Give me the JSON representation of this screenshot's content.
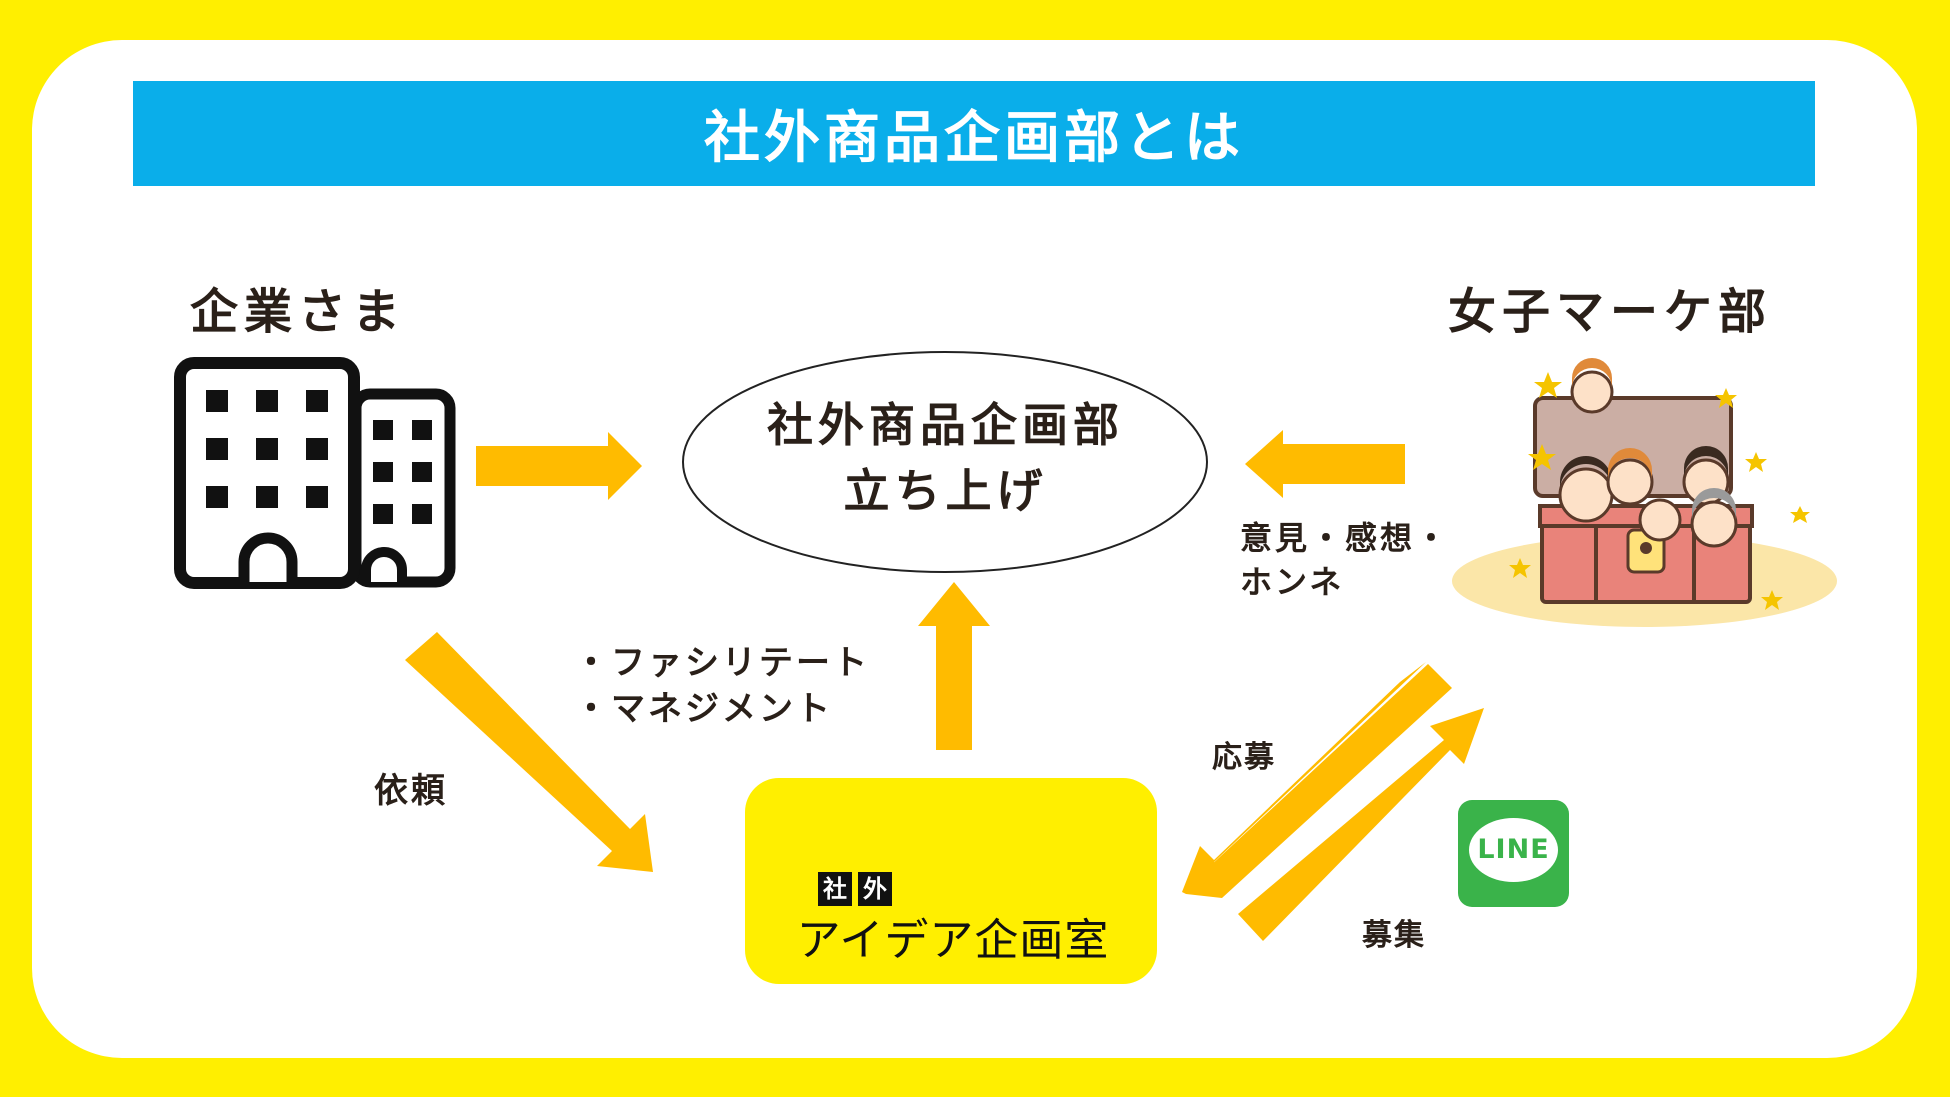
{
  "banner": {
    "title": "社外商品企画部とは"
  },
  "left": {
    "title": "企業さま",
    "icon": "office-building-icon"
  },
  "right": {
    "title": "女子マーケ部",
    "illustration": "treasure-chest-girls-illustration"
  },
  "center": {
    "line1": "社外商品企画部",
    "line2": "立ち上げ"
  },
  "idea_room": {
    "badge_1": "社",
    "badge_2": "外",
    "name": "アイデア企画室",
    "icon": "lightbulb-face-icon"
  },
  "facilitation": {
    "line1": "・ファシリテート",
    "line2": "・マネジメント"
  },
  "request_label": "依頼",
  "feedback": {
    "line1": "意見・感想・",
    "line2": "ホンネ"
  },
  "apply_label": "応募",
  "recruit_label": "募集",
  "line_logo": {
    "text": "LINE"
  },
  "colors": {
    "frame": "#ffef00",
    "banner": "#0aaeea",
    "arrow": "#ffbb00",
    "text": "#2a2019",
    "line_green": "#3ab34a"
  }
}
